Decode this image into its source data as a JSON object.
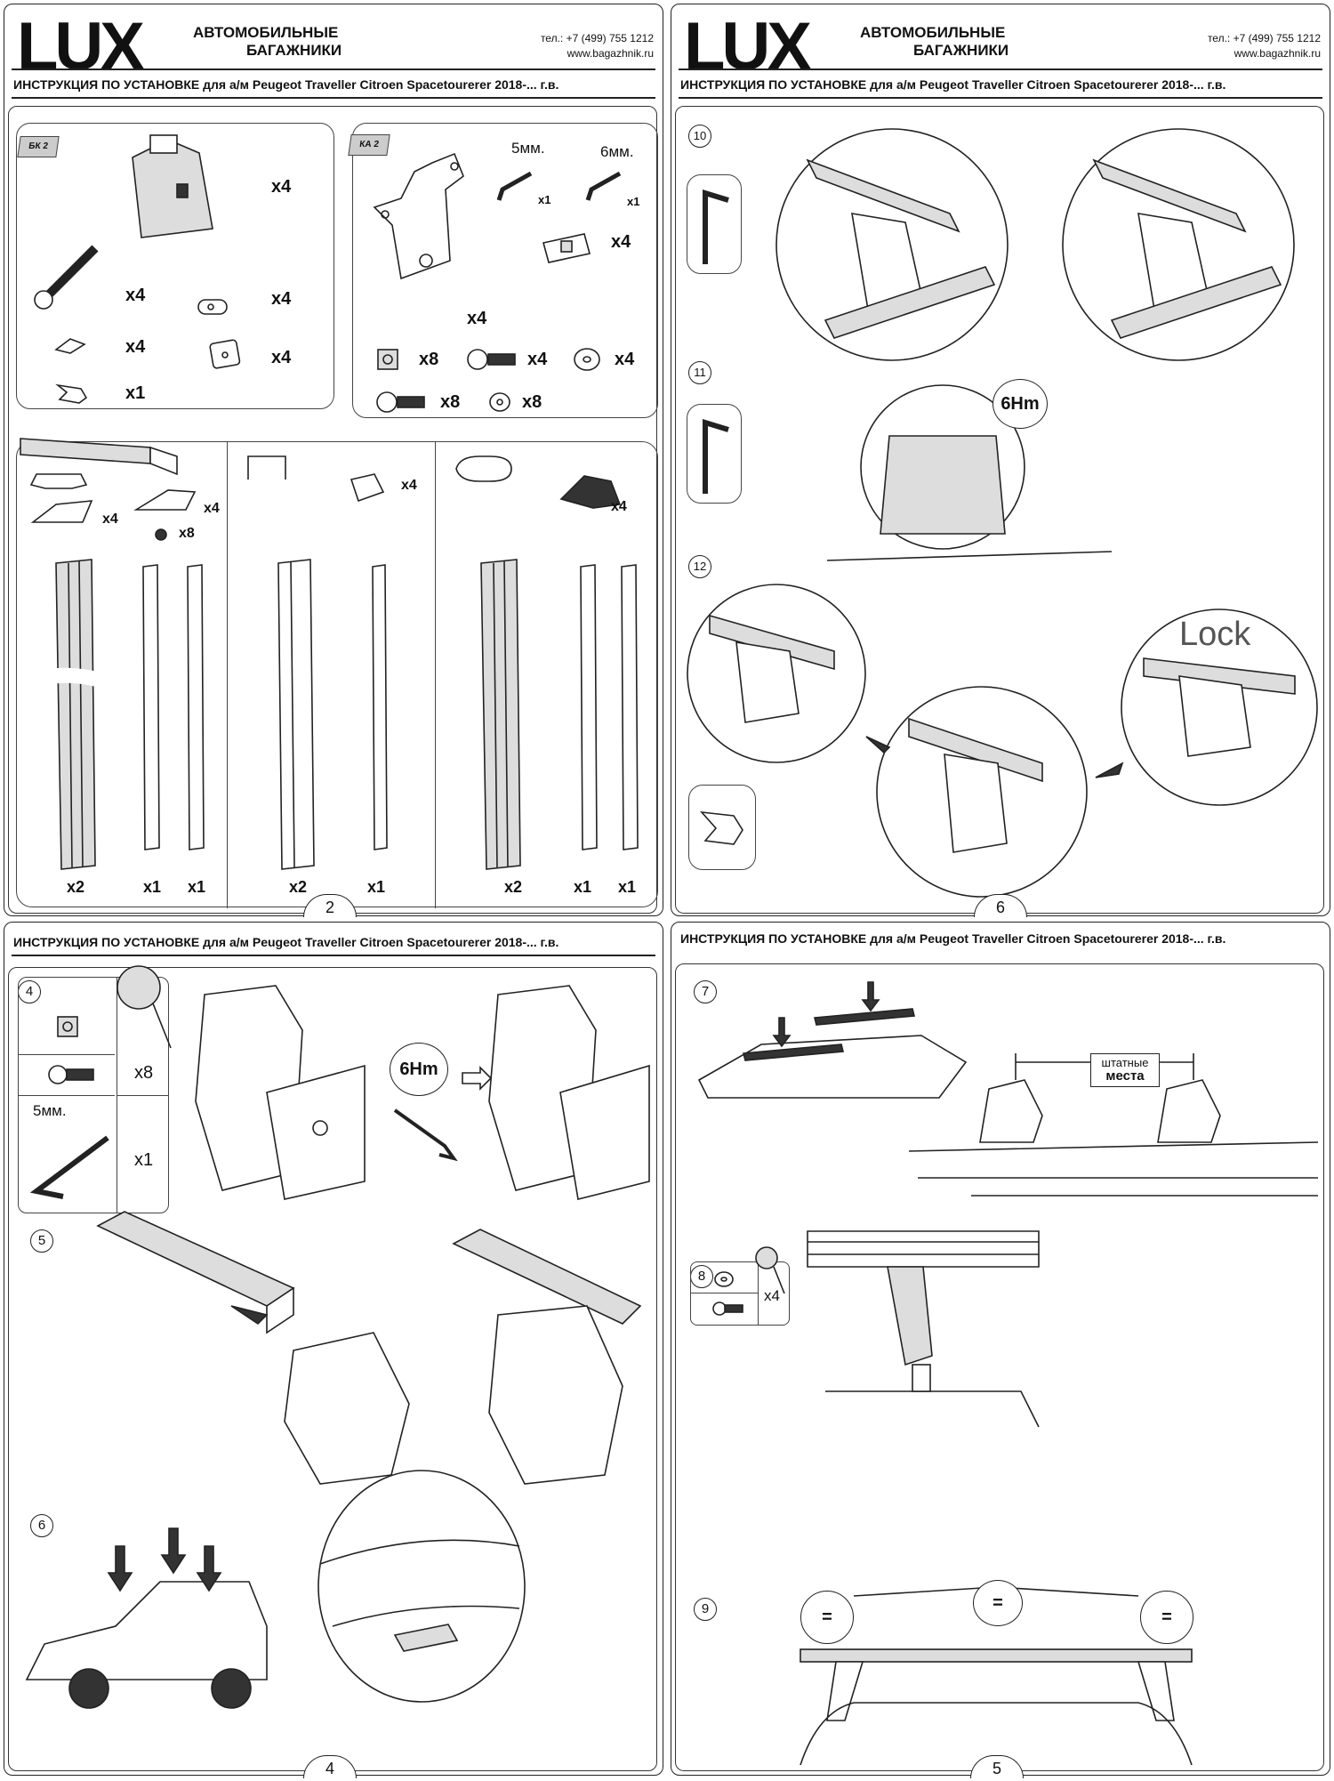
{
  "brand": {
    "logo": "LUX",
    "line1": "АВТОМОБИЛЬНЫЕ",
    "line2": "БАГАЖНИКИ",
    "phone": "тел.: +7 (499) 755 1212",
    "site": "www.bagazhnik.ru"
  },
  "title": "ИНСТРУКЦИЯ ПО УСТАНОВКЕ для а/м Peugeot Traveller Citroen Spacetourerer 2018-... г.в.",
  "pages": {
    "p2": {
      "number": "2",
      "tag_left": "БК 2",
      "tag_right": "КА 2",
      "hex_5": "5мм.",
      "hex_6": "6мм.",
      "q": {
        "foot": "x4",
        "bolt": "x4",
        "nut": "x4",
        "plate": "x4",
        "pad": "x4",
        "key": "x1",
        "bracket": "x4",
        "hex5": "x1",
        "hex6": "x1",
        "clamp": "x4",
        "sqnut": "x8",
        "sock": "x4",
        "washer": "x4",
        "bolt8": "x8",
        "wash8": "x8",
        "ends1": "x4",
        "cap1": "x4",
        "screw1": "x8",
        "bar1": "x2",
        "strip1a": "x1",
        "strip1b": "x1",
        "cap2": "x4",
        "bar2": "x2",
        "strip2": "x1",
        "cap3": "x4",
        "bar3": "x2",
        "strip3a": "x1",
        "strip3b": "x1"
      }
    },
    "p6": {
      "number": "6",
      "steps": [
        "10",
        "11",
        "12"
      ],
      "torque": "6Hm",
      "lock": "Lock"
    },
    "p4": {
      "number": "4",
      "steps": [
        "4",
        "5",
        "6"
      ],
      "torque": "6Hm",
      "hex": "5мм.",
      "q_nut_bolt": "x8",
      "q_hex": "x1"
    },
    "p5": {
      "number": "5",
      "steps": [
        "7",
        "8",
        "9"
      ],
      "places_line1": "штатные",
      "places_line2": "места",
      "q8": "x4",
      "eq": "="
    }
  }
}
